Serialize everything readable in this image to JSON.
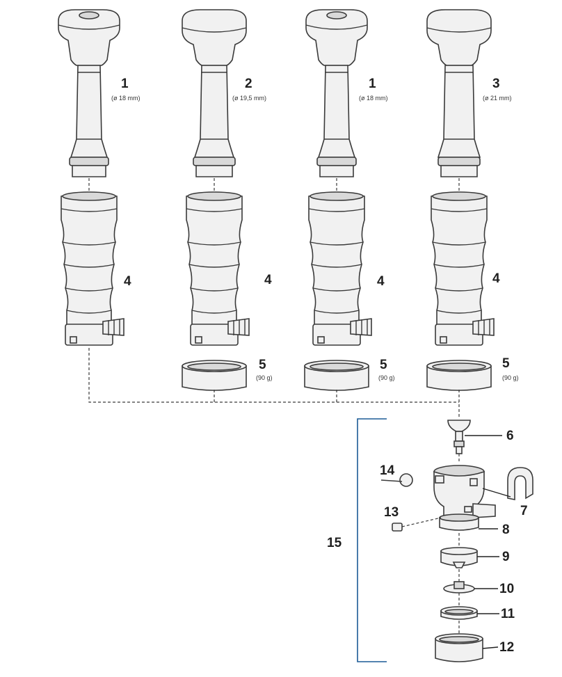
{
  "labels": {
    "p1": "1",
    "p2": "2",
    "p3": "3",
    "p4": "4",
    "p5": "5",
    "p6": "6",
    "p7": "7",
    "p8": "8",
    "p9": "9",
    "p10": "10",
    "p11": "11",
    "p12": "12",
    "p13": "13",
    "p14": "14",
    "p15": "15"
  },
  "specs": {
    "d18": "(ø 18 mm)",
    "d19_5": "(ø 19,5 mm)",
    "d21": "(ø 21 mm)",
    "w90": "(90 g)"
  }
}
